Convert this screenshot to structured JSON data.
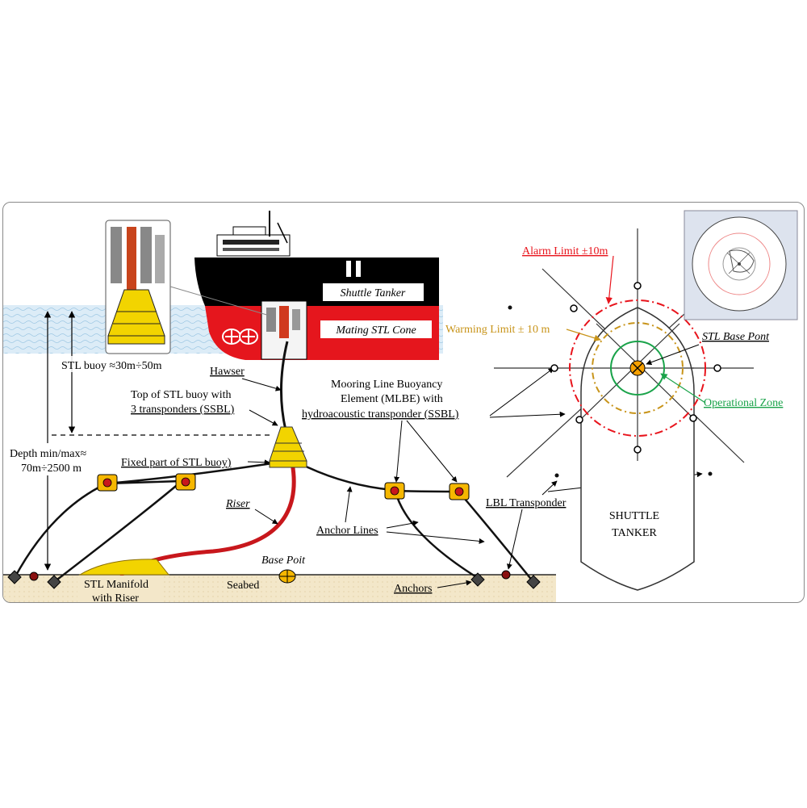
{
  "labels": {
    "shuttle_tanker": "Shuttle Tanker",
    "mating_cone": "Mating STL Cone",
    "hawser": "Hawser",
    "stl_buoy_depth": "STL buoy ≈30m÷50m",
    "top_buoy_line1": "Top of STL buoy with",
    "top_buoy_line2": "3 transponders (SSBL)",
    "depth_line1": "Depth min/max≈",
    "depth_line2": "70m÷2500 m",
    "fixed_part": "Fixed part of STL buoy)",
    "riser": "Riser",
    "anchor_lines": "Anchor Lines",
    "base_point": "Base Poit",
    "seabed": "Seabed",
    "manifold_line1": "STL Manifold",
    "manifold_line2": "with Riser",
    "anchors": "Anchors",
    "mlbe_line1": "Mooring Line Buoyancy",
    "mlbe_line2": "Element (MLBE) with",
    "mlbe_line3": "hydroacoustic transponder (SSBL)",
    "lbl_transponder": "LBL Transponder",
    "alarm_limit": "Alarm Limit ±10m",
    "warning_limit": "Warming Limit ± 10 m",
    "stl_base_point": "STL Base Pont",
    "operational_zone": "Operational Zone",
    "shuttle_tanker_plan_line1": "SHUTTLE",
    "shuttle_tanker_plan_line2": "TANKER"
  },
  "colors": {
    "alarm": "#e8141c",
    "warning": "#c8941a",
    "operational": "#1aa34a",
    "riser": "#c8171c",
    "buoy": "#f2d400",
    "sea": "#cfe6f5",
    "seabed": "#f3e7c9",
    "hull_red": "#e5161d"
  }
}
